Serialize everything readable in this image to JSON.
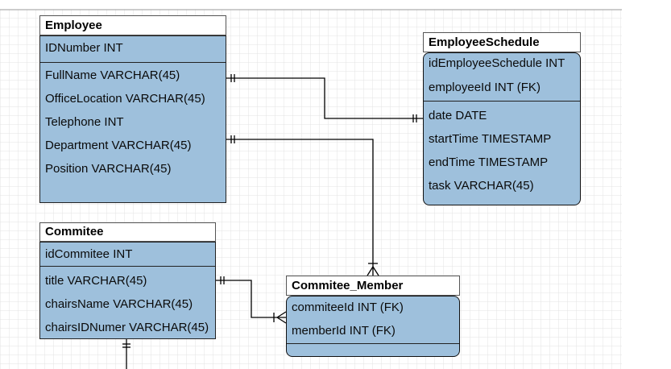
{
  "colors": {
    "entity_fill": "#9ec0dc",
    "title_fill": "#ffffff",
    "grid": "#e3e3e3",
    "line": "#000000"
  },
  "entities": {
    "employee": {
      "title": "Employee",
      "pk": [
        "IDNumber INT"
      ],
      "fields": [
        "FullName VARCHAR(45)",
        "OfficeLocation VARCHAR(45)",
        "Telephone INT",
        "Department VARCHAR(45)",
        "Position VARCHAR(45)"
      ]
    },
    "employee_schedule": {
      "title": "EmployeeSchedule",
      "pk": [
        "idEmployeeSchedule INT",
        "employeeId INT (FK)"
      ],
      "fields": [
        "date DATE",
        "startTime TIMESTAMP",
        "endTime TIMESTAMP",
        "task VARCHAR(45)"
      ]
    },
    "commitee": {
      "title": "Commitee",
      "pk": [
        "idCommitee INT"
      ],
      "fields": [
        "title VARCHAR(45)",
        "chairsName VARCHAR(45)",
        "chairsIDNumer VARCHAR(45)"
      ]
    },
    "commitee_member": {
      "title": "Commitee_Member",
      "pk": [
        "commiteeId INT (FK)",
        "memberId INT (FK)"
      ],
      "fields": []
    }
  },
  "relationships": [
    {
      "from": "Employee",
      "to": "EmployeeSchedule",
      "from_end": "one",
      "to_end": "one"
    },
    {
      "from": "Employee",
      "to": "Commitee_Member",
      "from_end": "one",
      "to_end": "many"
    },
    {
      "from": "Commitee",
      "to": "Commitee_Member",
      "from_end": "one",
      "to_end": "many"
    }
  ]
}
